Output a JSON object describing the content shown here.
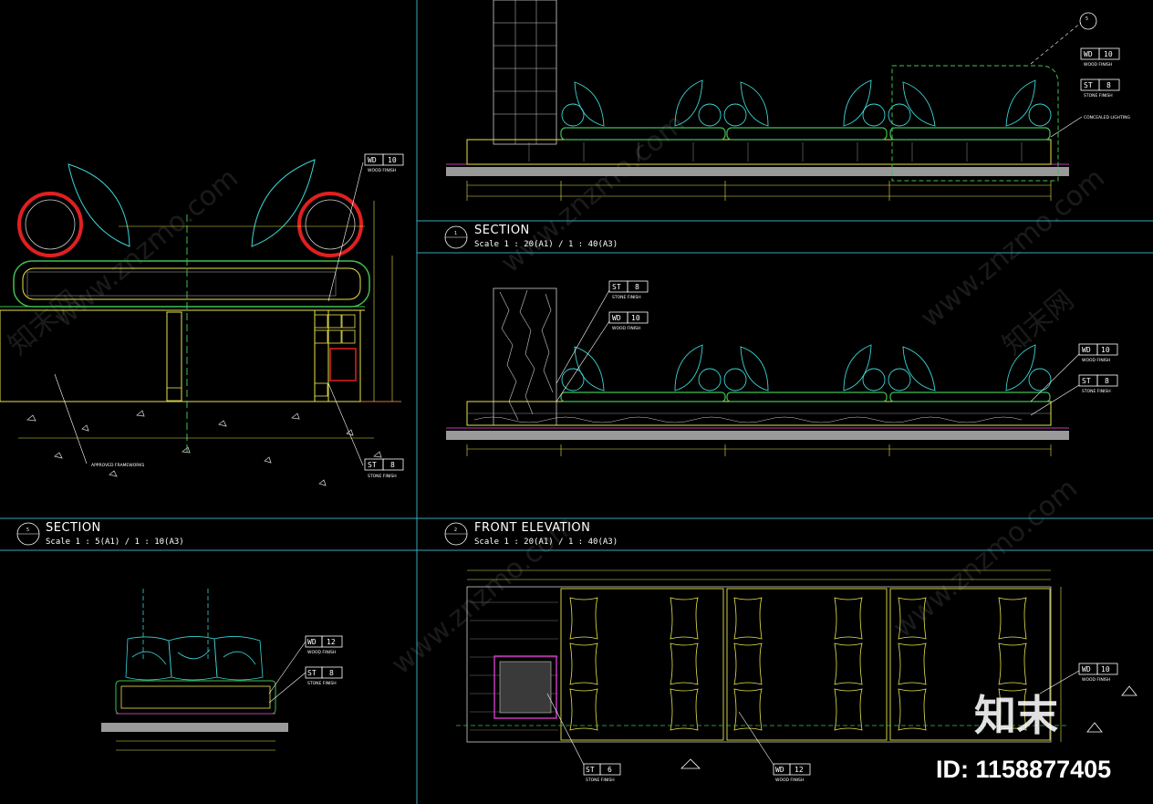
{
  "drawing": {
    "background": "#000000",
    "colors": {
      "frame": "#39a9b8",
      "white": "#ffffff",
      "yellow": "#e8e44a",
      "green": "#3fbf52",
      "red": "#e02020",
      "magenta": "#c23bb5",
      "cyan": "#3ad4d4",
      "grey": "#9a9a9a",
      "orange": "#c87a3a"
    }
  },
  "views": {
    "top_right": {
      "number": "1",
      "title": "SECTION",
      "scale": "Scale 1 : 20(A1) / 1 : 40(A3)",
      "detail_callout": "5"
    },
    "left": {
      "number": "5",
      "title": "SECTION",
      "scale": "Scale 1 : 5(A1) / 1 : 10(A3)",
      "note": "APPROVED FRAMEWORKS"
    },
    "bottom_right": {
      "number": "2",
      "title": "FRONT ELEVATION",
      "scale": "Scale 1 : 20(A1) / 1 : 40(A3)"
    }
  },
  "tags": {
    "wood": {
      "type": "WD",
      "number": "10",
      "desc": "WOOD FINISH"
    },
    "wood_12": {
      "type": "WD",
      "number": "12",
      "desc": "WOOD FINISH"
    },
    "stone": {
      "type": "ST",
      "number": "8",
      "desc": "STONE FINISH"
    },
    "stone_6": {
      "type": "ST",
      "number": "6",
      "desc": "STONE FINISH"
    },
    "lighting": "CONCEALED LIGHTING"
  },
  "watermark": {
    "logo": "知末",
    "id": "ID: 1158877405",
    "site": "www.znzmo.com",
    "brand": "知末网"
  }
}
